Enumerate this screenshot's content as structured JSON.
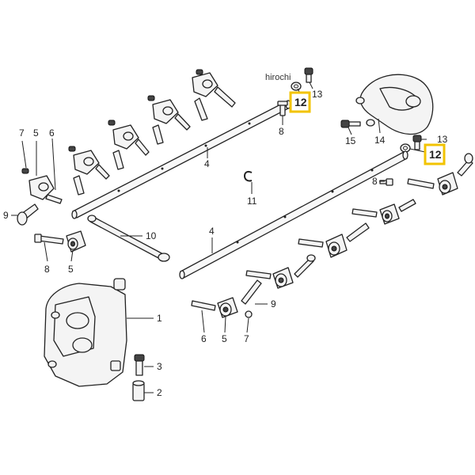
{
  "watermark": "hirochi",
  "callouts": {
    "c12a": "12",
    "c13a": "13",
    "c8a": "8",
    "c4a": "4",
    "c7a": "7",
    "c5a": "5",
    "c6a": "6",
    "c9a": "9",
    "c8b": "8",
    "c5b": "5",
    "c10": "10",
    "c11": "11",
    "c15": "15",
    "c14": "14",
    "c13b": "13",
    "c12b": "12",
    "c8c": "8",
    "c4b": "4",
    "c9b": "9",
    "c6b": "6",
    "c5c": "5",
    "c7b": "7",
    "c1": "1",
    "c3": "3",
    "c2": "2"
  },
  "colors": {
    "highlight": "#f2c300",
    "line": "#222222"
  }
}
